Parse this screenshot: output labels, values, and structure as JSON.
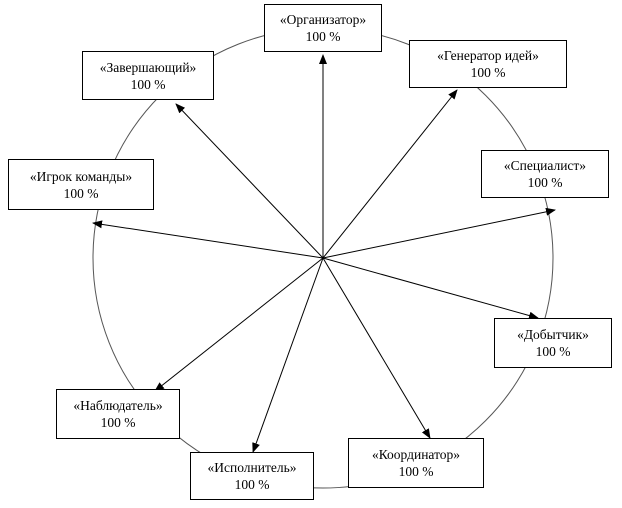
{
  "roles": [
    {
      "id": "organizer",
      "name": "«Организатор»",
      "value": "100 %"
    },
    {
      "id": "idea-generator",
      "name": "«Генератор идей»",
      "value": "100 %"
    },
    {
      "id": "specialist",
      "name": "«Специалист»",
      "value": "100 %"
    },
    {
      "id": "resource-getter",
      "name": "«Добытчик»",
      "value": "100 %"
    },
    {
      "id": "coordinator",
      "name": "«Координатор»",
      "value": "100 %"
    },
    {
      "id": "executor",
      "name": "«Исполнитель»",
      "value": "100 %"
    },
    {
      "id": "observer",
      "name": "«Наблюдатель»",
      "value": "100 %"
    },
    {
      "id": "team-player",
      "name": "«Игрок команды»",
      "value": "100 %"
    },
    {
      "id": "finisher",
      "name": "«Завершающий»",
      "value": "100 %"
    }
  ]
}
